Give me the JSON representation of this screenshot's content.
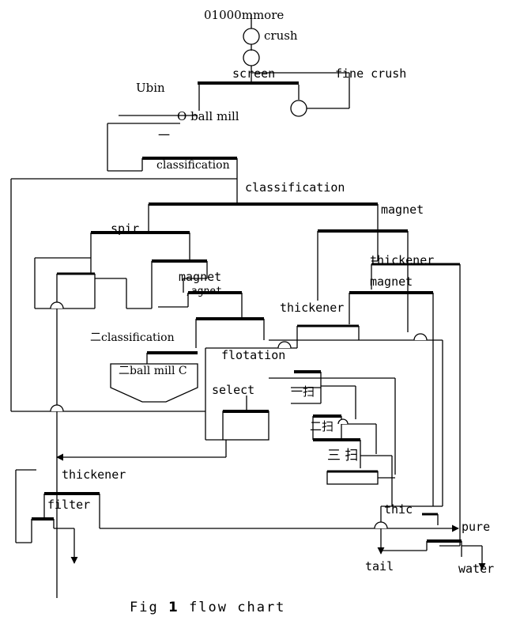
{
  "labels": {
    "ore": "01000mmore",
    "crush": "crush",
    "screen": "screen",
    "fine_crush": "fine crush",
    "ubin": "Ubin",
    "ball_mill_1": "O ball mill",
    "stage_one": "一",
    "classification_1": "classification",
    "classification_2": "classification",
    "magnet_1": "magnet",
    "spir": "spir",
    "thickener_1": "thickener",
    "magnet_2": "magnet",
    "magnet_3": "magnet",
    "magnet_3_sub": ",agnet",
    "thickener_2": "thickener",
    "classification_3": "二classification",
    "flotation": "flotation",
    "ball_mill_2": "二ball mill C",
    "select": "select",
    "scav_1": "一扫",
    "scav_2": "二扫",
    "scav_3": "三 扫",
    "thickener_3": "thickener",
    "filter": "filter",
    "thic": "thic",
    "pure": "pure",
    "tail": "tail",
    "water": "water"
  },
  "caption": {
    "prefix": "Fig",
    "number": "1",
    "text": "flow chart"
  }
}
